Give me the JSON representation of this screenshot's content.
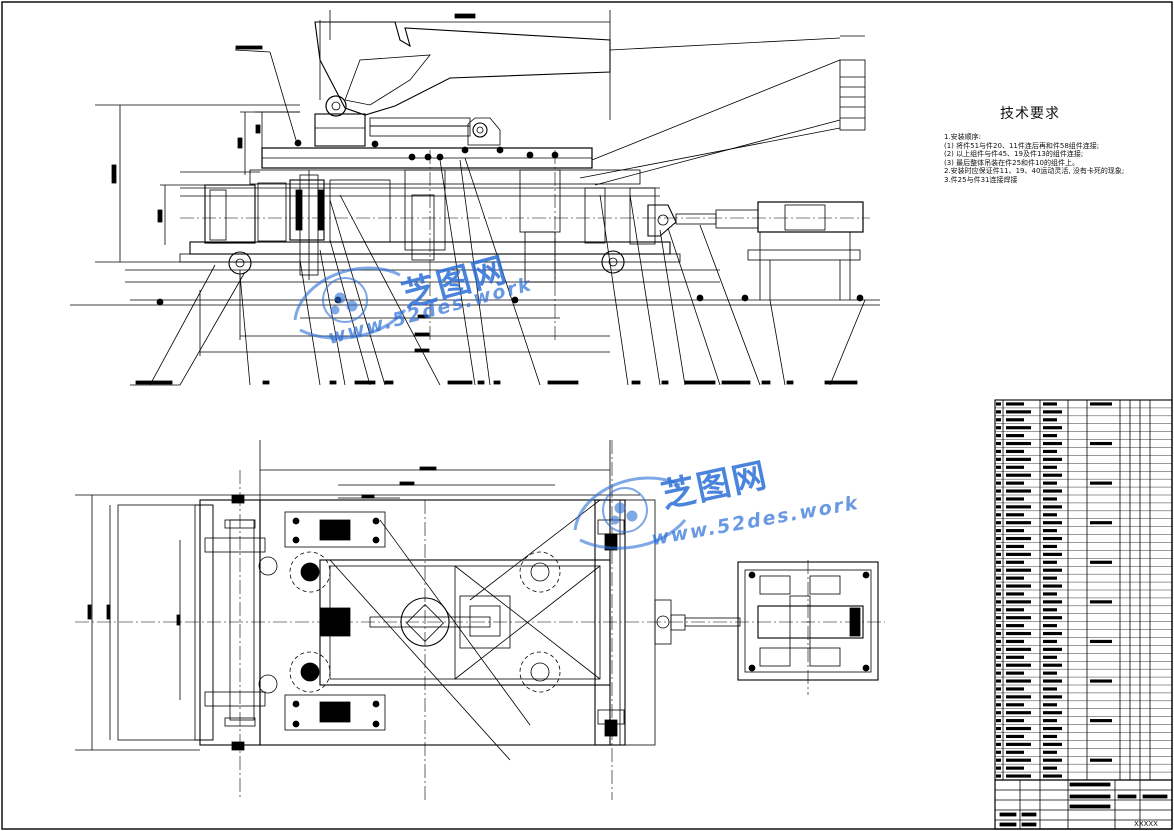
{
  "technical_requirements": {
    "title": "技术要求",
    "items": [
      "1.安装顺序:",
      "(1) 将件51与件20、11件连后再和件58组件连接;",
      "(2) 以上组件与件45、19及件13的组件连接;",
      "(3) 最后整体吊装在件25和件10的组件上。",
      "2.安装时应保证件11、19、40运动灵活, 没有卡死的现象;",
      "3.件25与件31连接焊接"
    ]
  },
  "watermarks": {
    "brand": "芝图网",
    "url": "www.52des.work"
  },
  "drawing_code": "XXXXX",
  "colors": {
    "line": "#000000",
    "watermark": "#2b6fd6"
  },
  "icons": [
    "watermark-logo-icon"
  ]
}
